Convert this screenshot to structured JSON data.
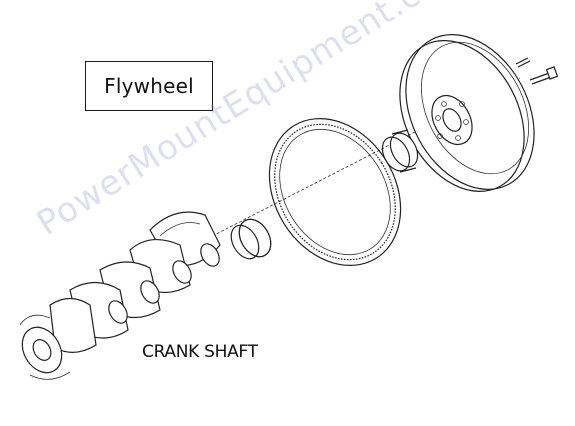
{
  "labels": {
    "flywheel": "Flywheel",
    "crankshaft": "CRANK SHAFT"
  },
  "watermark": {
    "text": "PowerMountEquipment.com"
  },
  "colors": {
    "line": "#222222",
    "watermark": "#6b6fbf",
    "background": "#ffffff"
  }
}
